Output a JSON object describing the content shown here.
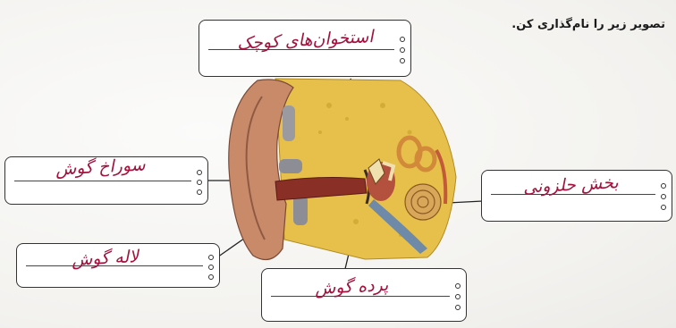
{
  "instruction": "تصویر زیر را نام‌گذاری کن.",
  "labels": {
    "top": "استخوان‌های کوچک",
    "left_middle": "سوراخ گوش",
    "left_bottom": "لاله گوش",
    "right": "بخش حلزونی",
    "bottom": "پرده گوش"
  },
  "colors": {
    "handwriting": "#a3123d",
    "bone": "#e8c24a",
    "skin": "#c98a6a",
    "canal": "#9b3a2e",
    "cochlea": "#d9a75a"
  }
}
